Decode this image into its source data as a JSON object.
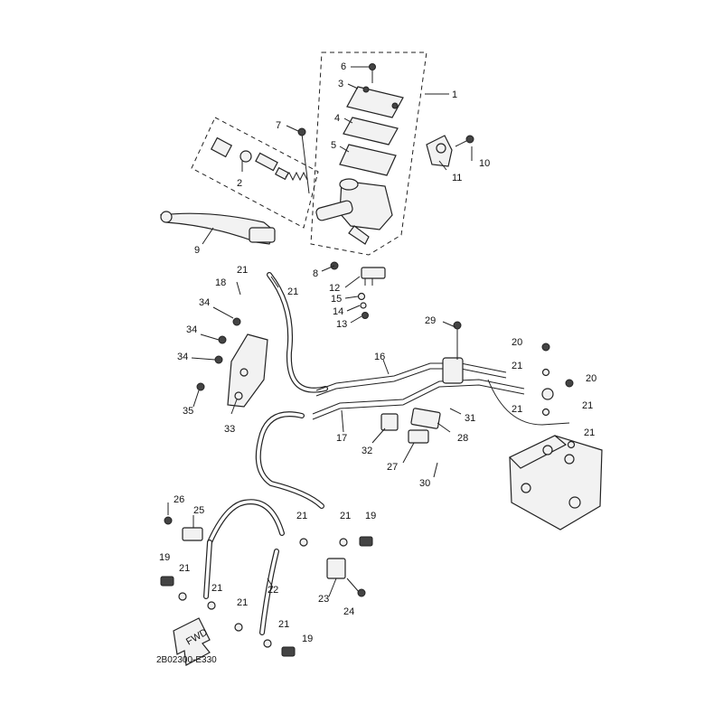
{
  "diagram_code": "2B02300-E330",
  "fwd_label": "FWD",
  "callouts": [
    {
      "id": "c1",
      "num": "1"
    },
    {
      "id": "c2",
      "num": "2"
    },
    {
      "id": "c3",
      "num": "3"
    },
    {
      "id": "c4",
      "num": "4"
    },
    {
      "id": "c5",
      "num": "5"
    },
    {
      "id": "c6",
      "num": "6"
    },
    {
      "id": "c7",
      "num": "7"
    },
    {
      "id": "c8",
      "num": "8"
    },
    {
      "id": "c9",
      "num": "9"
    },
    {
      "id": "c10",
      "num": "10"
    },
    {
      "id": "c11",
      "num": "11"
    },
    {
      "id": "c12",
      "num": "12"
    },
    {
      "id": "c13",
      "num": "13"
    },
    {
      "id": "c14",
      "num": "14"
    },
    {
      "id": "c15",
      "num": "15"
    },
    {
      "id": "c16",
      "num": "16"
    },
    {
      "id": "c17",
      "num": "17"
    },
    {
      "id": "c18",
      "num": "18"
    },
    {
      "id": "c19a",
      "num": "19"
    },
    {
      "id": "c19b",
      "num": "19"
    },
    {
      "id": "c19c",
      "num": "19"
    },
    {
      "id": "c20a",
      "num": "20"
    },
    {
      "id": "c20b",
      "num": "20"
    },
    {
      "id": "c21a",
      "num": "21"
    },
    {
      "id": "c21b",
      "num": "21"
    },
    {
      "id": "c21c",
      "num": "21"
    },
    {
      "id": "c21d",
      "num": "21"
    },
    {
      "id": "c21e",
      "num": "21"
    },
    {
      "id": "c21f",
      "num": "21"
    },
    {
      "id": "c21g",
      "num": "21"
    },
    {
      "id": "c21h",
      "num": "21"
    },
    {
      "id": "c21i",
      "num": "21"
    },
    {
      "id": "c21j",
      "num": "21"
    },
    {
      "id": "c21k",
      "num": "21"
    },
    {
      "id": "c21l",
      "num": "21"
    },
    {
      "id": "c22",
      "num": "22"
    },
    {
      "id": "c23",
      "num": "23"
    },
    {
      "id": "c24",
      "num": "24"
    },
    {
      "id": "c25",
      "num": "25"
    },
    {
      "id": "c26",
      "num": "26"
    },
    {
      "id": "c27",
      "num": "27"
    },
    {
      "id": "c28",
      "num": "28"
    },
    {
      "id": "c29",
      "num": "29"
    },
    {
      "id": "c30",
      "num": "30"
    },
    {
      "id": "c31",
      "num": "31"
    },
    {
      "id": "c32",
      "num": "32"
    },
    {
      "id": "c33",
      "num": "33"
    },
    {
      "id": "c34a",
      "num": "34"
    },
    {
      "id": "c34b",
      "num": "34"
    },
    {
      "id": "c34c",
      "num": "34"
    },
    {
      "id": "c35",
      "num": "35"
    }
  ]
}
